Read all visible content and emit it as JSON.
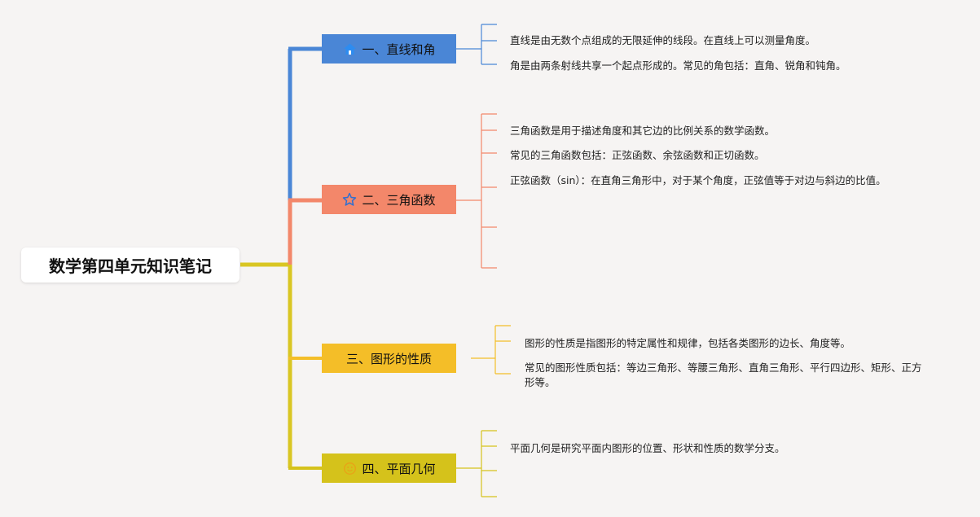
{
  "root": {
    "title": "数学第四单元知识笔记"
  },
  "colors": {
    "background": "#f6f4f3",
    "branch1": "#4a86d6",
    "branch2": "#f3876a",
    "branch3": "#f4be28",
    "branch4": "#d5c21b",
    "trunk_lower": "#d9c623"
  },
  "branches": [
    {
      "label": "一、直线和角",
      "icon": "home-icon",
      "notes": [
        "直线是由无数个点组成的无限延伸的线段。在直线上可以测量角度。",
        "角是由两条射线共享一个起点形成的。常见的角包括：直角、锐角和钝角。"
      ]
    },
    {
      "label": "二、三角函数",
      "icon": "star-icon",
      "notes": [
        "三角函数是用于描述角度和其它边的比例关系的数学函数。",
        "常见的三角函数包括：正弦函数、余弦函数和正切函数。",
        "正弦函数（sin）：在直角三角形中，对于某个角度，正弦值等于对边与斜边的比值。",
        "",
        ""
      ]
    },
    {
      "label": "三、图形的性质",
      "icon": "",
      "notes": [
        "图形的性质是指图形的特定属性和规律，包括各类图形的边长、角度等。",
        "常见的图形性质包括：等边三角形、等腰三角形、直角三角形、平行四边形、矩形、正方形等。"
      ]
    },
    {
      "label": "四、平面几何",
      "icon": "smile-icon",
      "notes": [
        "平面几何是研究平面内图形的位置、形状和性质的数学分支。",
        "",
        ""
      ]
    }
  ]
}
